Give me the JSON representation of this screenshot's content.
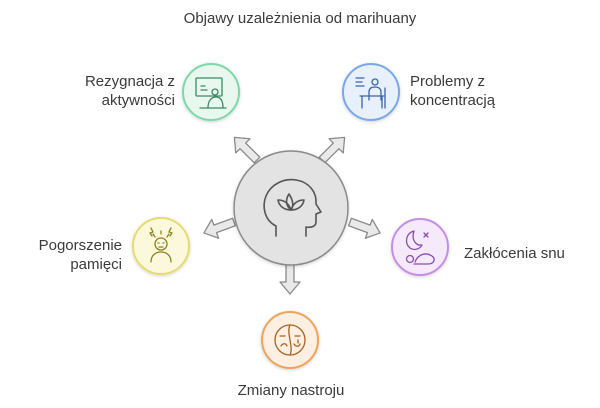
{
  "title": "Objawy uzależnienia od marihuany",
  "center_icon": "head-lotus-icon",
  "symptoms": [
    {
      "id": "rezygnacja",
      "label": "Rezygnacja z\naktywności",
      "icon": "person-at-board-icon",
      "color": "#7fd7a8",
      "fill": "#e8f8ef"
    },
    {
      "id": "koncentracja",
      "label": "Problemy z\nkoncentracją",
      "icon": "person-at-desk-icon",
      "color": "#79a8e8",
      "fill": "#e8f0fc"
    },
    {
      "id": "sen",
      "label": "Zakłócenia snu",
      "icon": "moon-sleep-icon",
      "color": "#c58ee6",
      "fill": "#f5eafc"
    },
    {
      "id": "nastroj",
      "label": "Zmiany nastroju",
      "icon": "mood-mask-icon",
      "color": "#f0a35a",
      "fill": "#fdf0e3"
    },
    {
      "id": "pamiec",
      "label": "Pogorszenie\npamięci",
      "icon": "stressed-person-icon",
      "color": "#e6dc6e",
      "fill": "#fbf8dc"
    }
  ]
}
